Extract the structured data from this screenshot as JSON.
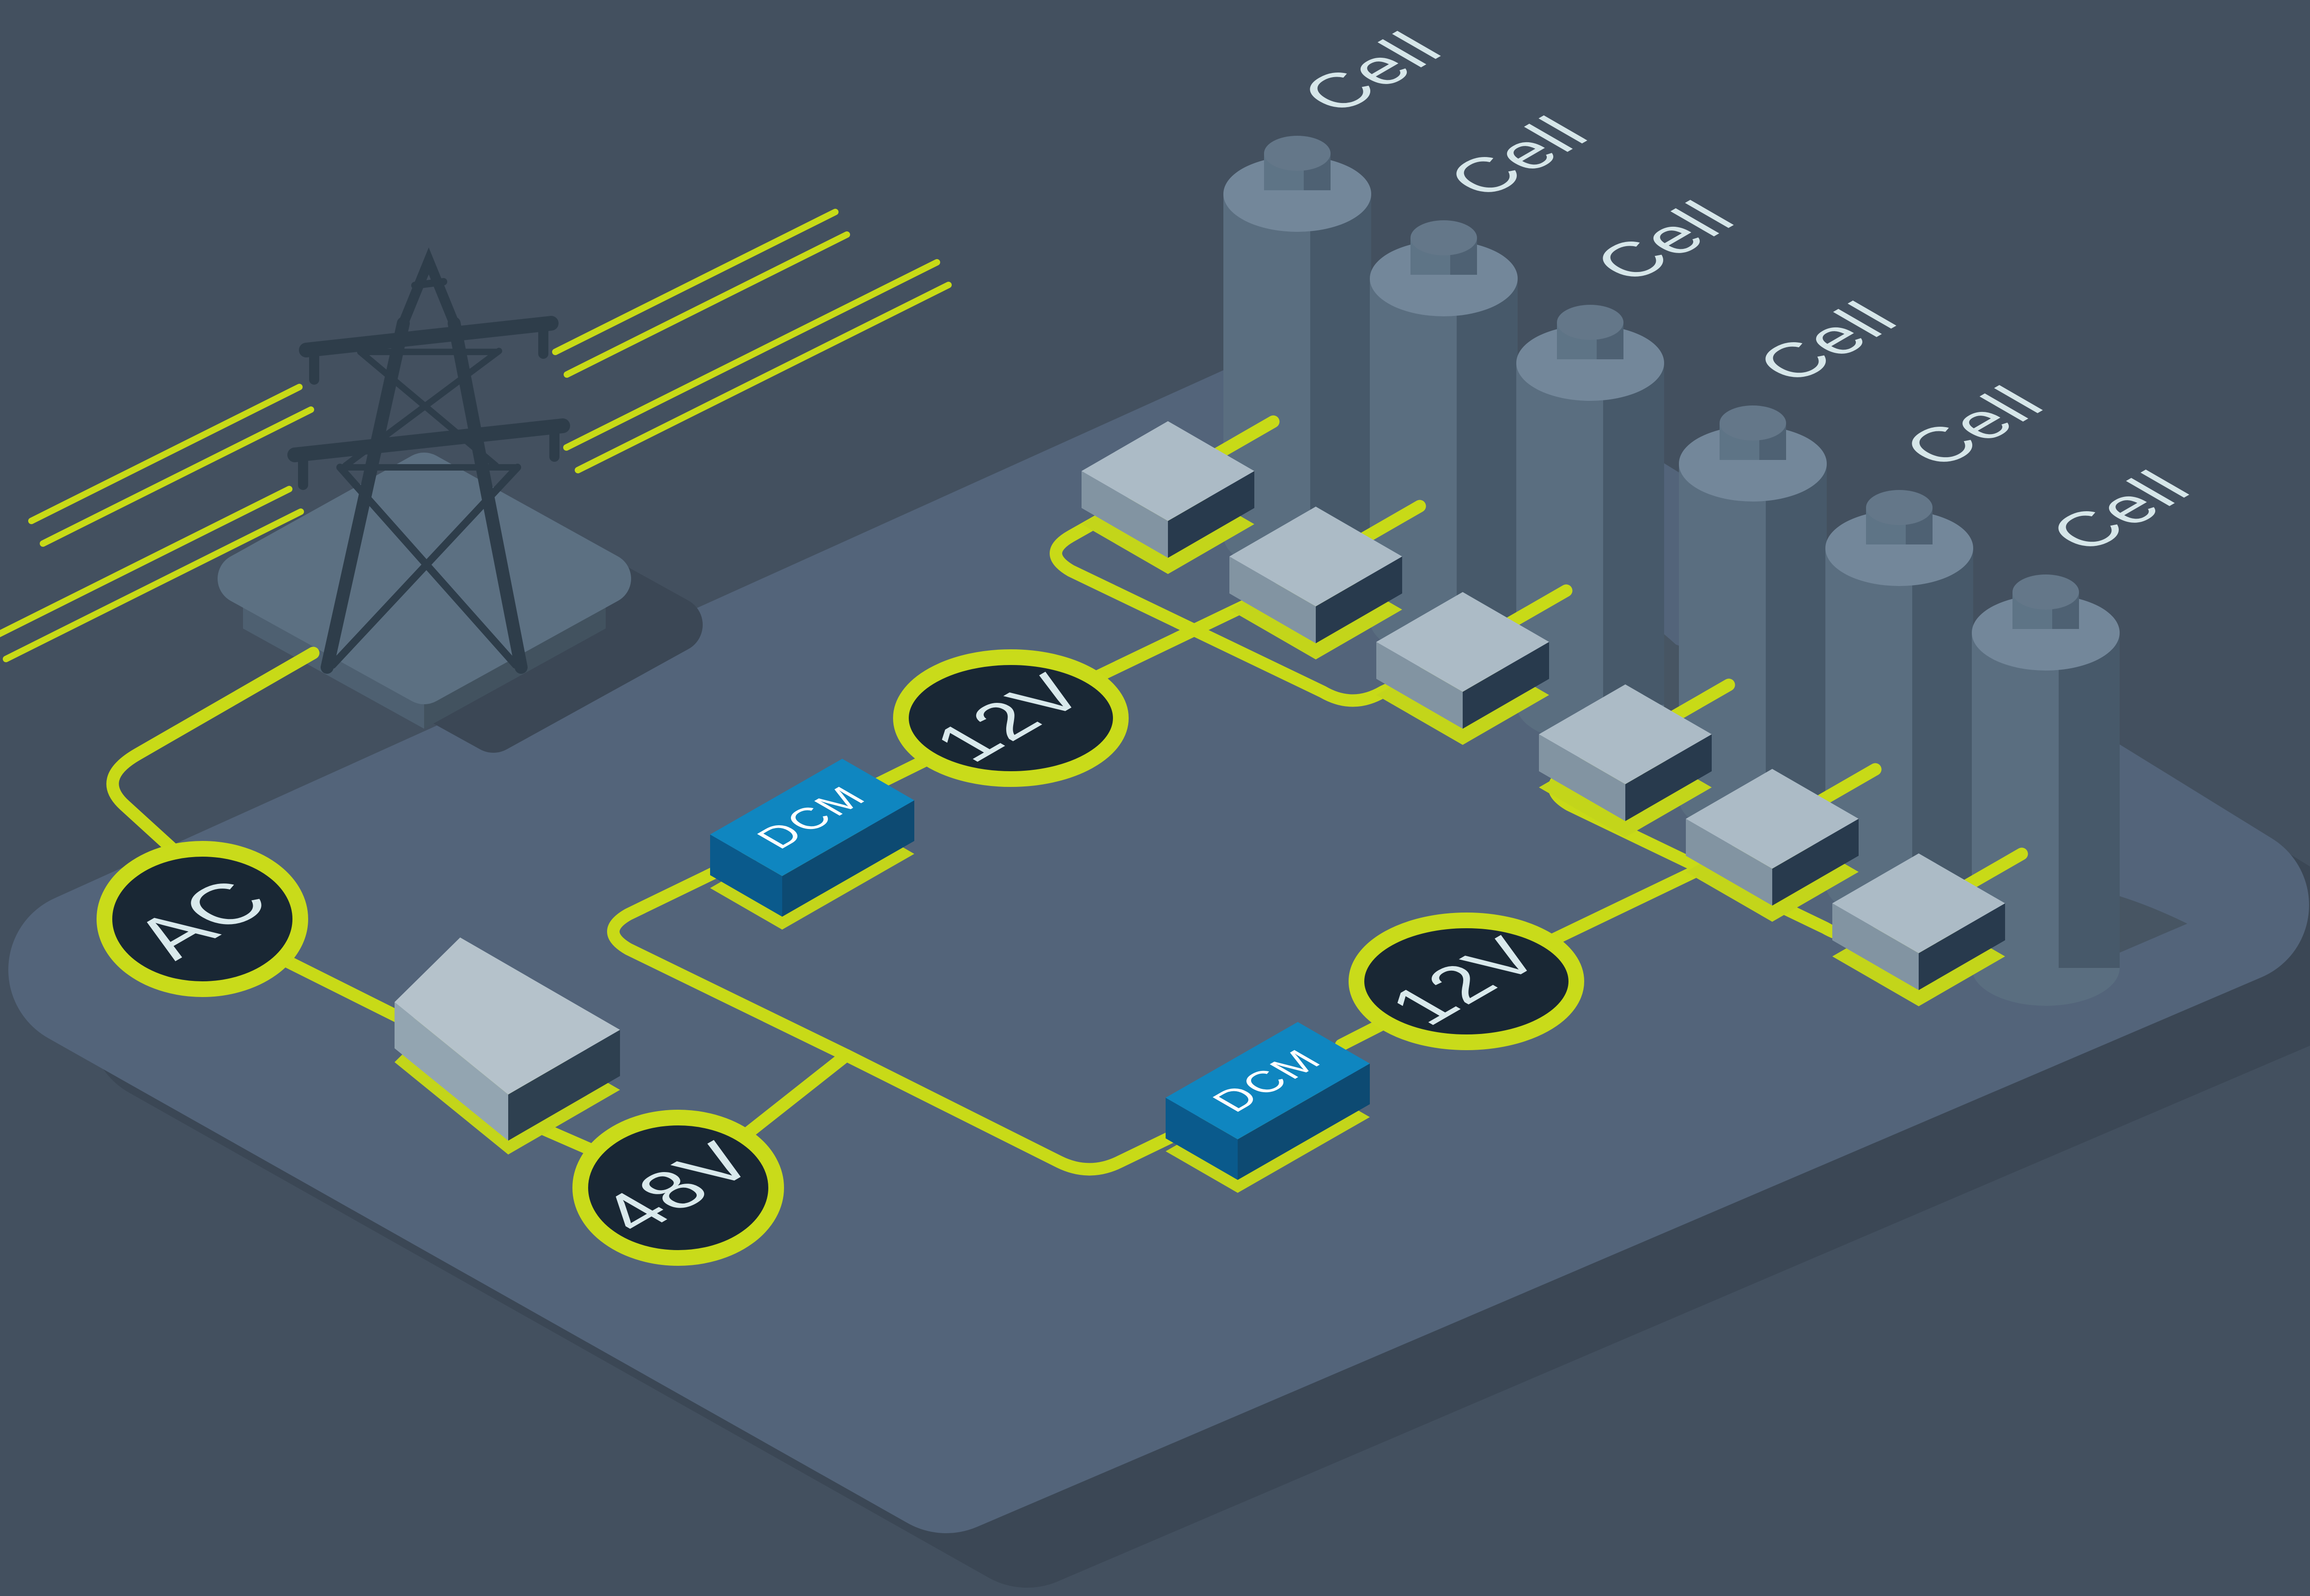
{
  "illustration": {
    "title": "isometric power distribution diagram",
    "scene": "power grid tower feeding AC to 48V bus, through DCM converters to 12V rails charging battery cells"
  },
  "nodes": {
    "ac": {
      "label": "AC"
    },
    "v48": {
      "label": "48V"
    },
    "v12a": {
      "label": "12V"
    },
    "v12b": {
      "label": "12V"
    }
  },
  "dcm_modules": {
    "labels": [
      "DCM",
      "DCM"
    ]
  },
  "cells": {
    "labels": [
      "Cell",
      "Cell",
      "Cell",
      "Cell",
      "Cell",
      "Cell"
    ]
  },
  "colors": {
    "background": "#43505F",
    "platform": "#53647A",
    "platform_shadow": "#3B4755",
    "tower": "#2E3D4A",
    "tower_platform_top": "#5C7082",
    "tower_platform_sw": "#4E6071",
    "tower_platform_se": "#42525F",
    "wire": "#C8DA17",
    "node_fill": "#192734",
    "node_ring": "#C9DB1A",
    "node_text": "#D9E9EC",
    "cell_text": "#D6E6E9",
    "battery_left": "#5A6E80",
    "battery_right": "#47596A",
    "battery_top": "#73879A",
    "terminal_left": "#5E7486",
    "terminal_right": "#4E6173",
    "terminal_top": "#647789",
    "battery_shadow": "#475563",
    "box_top": "#ACBBC6",
    "box_sw": "#8294A2",
    "box_se": "#283A4D",
    "box_base": "#C3D51A",
    "converter_top": "#B5C2CB",
    "converter_sw": "#93A5B1",
    "converter_se": "#2E4050",
    "dcm_top": "#0F86C0",
    "dcm_sw": "#0A5A8C",
    "dcm_se": "#0D4A72",
    "dcm_text": "#FFFFFF"
  }
}
